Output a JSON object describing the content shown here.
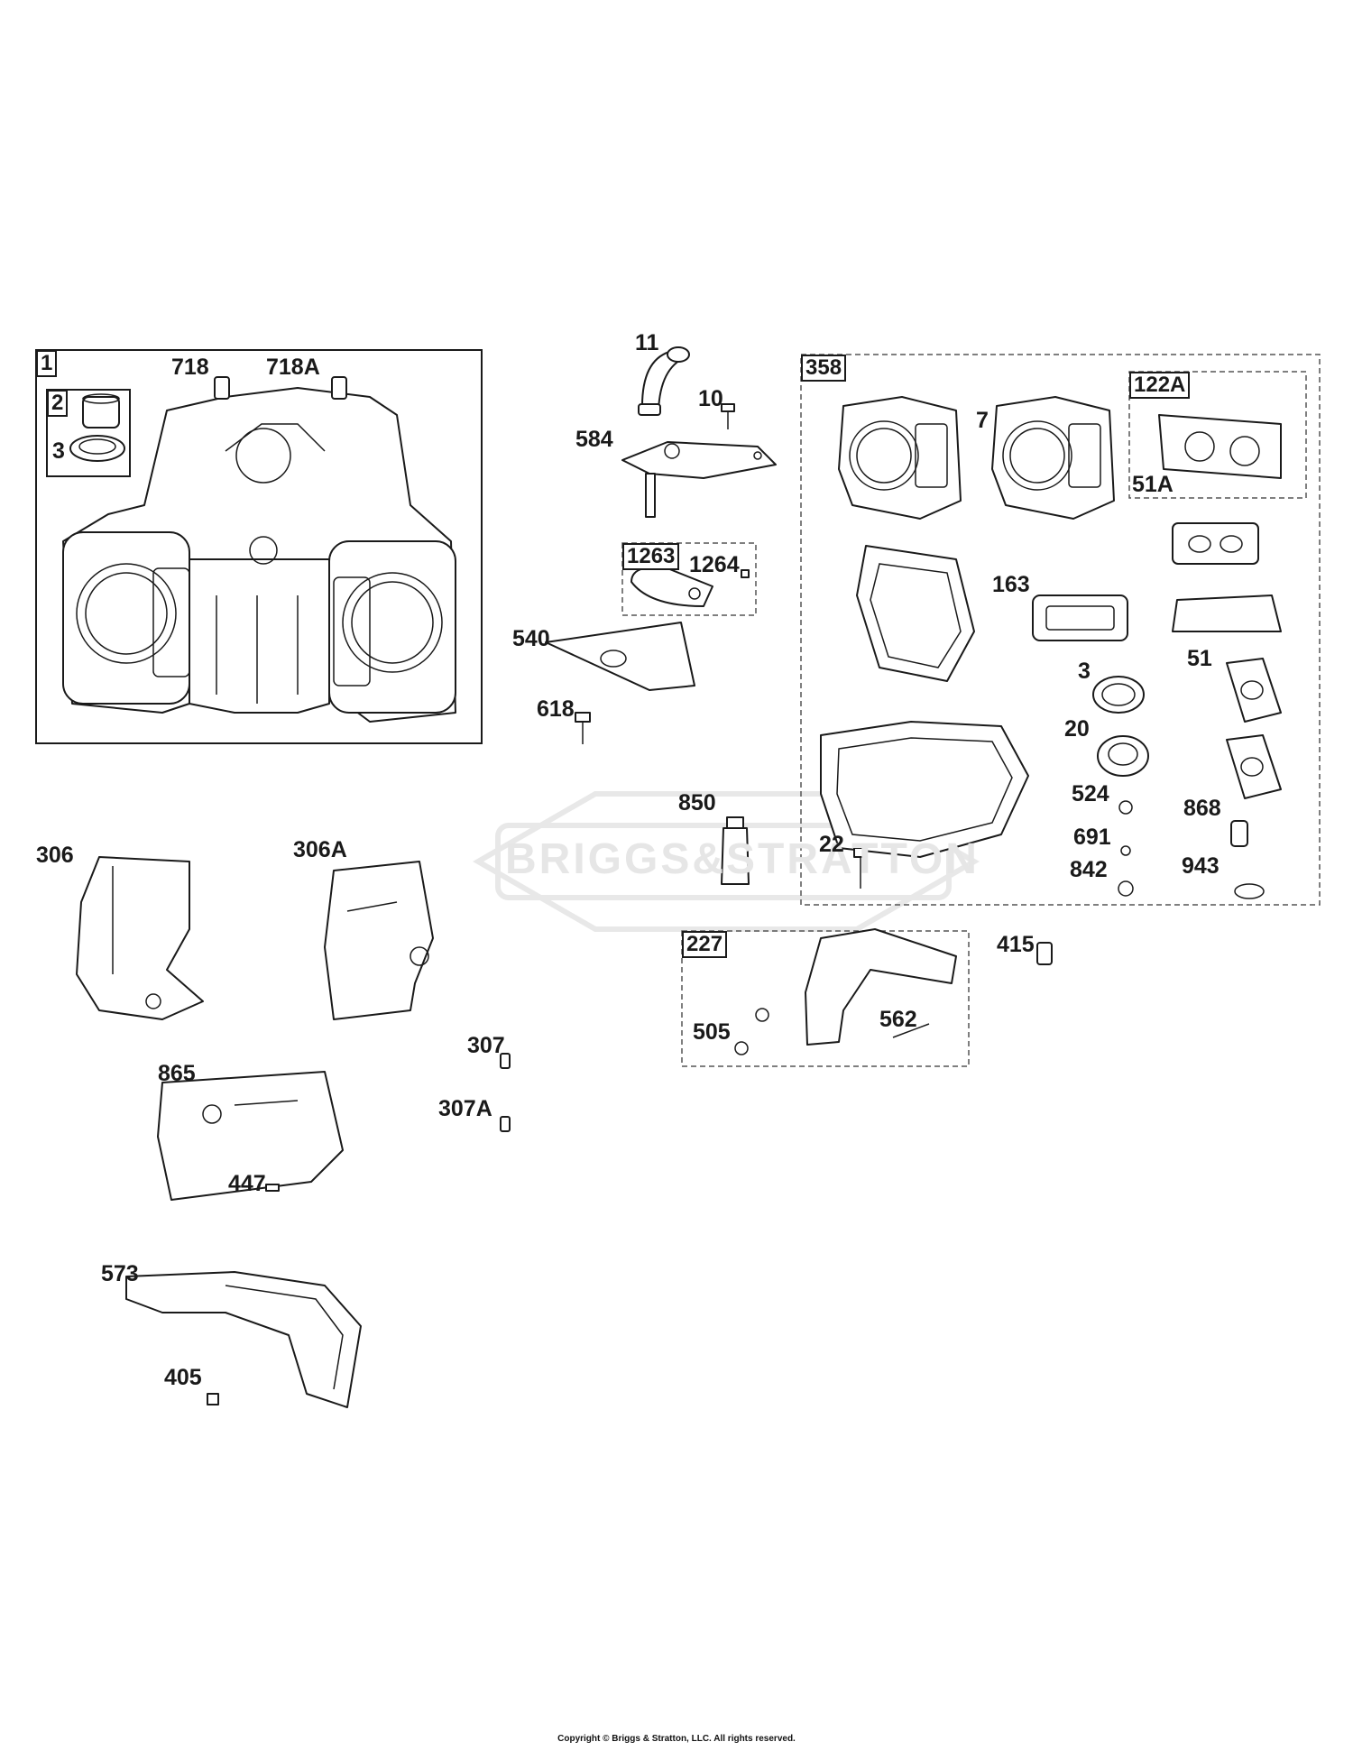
{
  "watermark": "BRIGGS&STRATTON",
  "copyright": "Copyright © Briggs & Stratton, LLC. All rights reserved.",
  "callouts": {
    "p1": "1",
    "p2": "2",
    "p3a": "3",
    "p718": "718",
    "p718a": "718A",
    "p11": "11",
    "p10": "10",
    "p584": "584",
    "p1263": "1263",
    "p1264": "1264",
    "p540": "540",
    "p618": "618",
    "p850": "850",
    "p358": "358",
    "p7": "7",
    "p122a": "122A",
    "p51a": "51A",
    "p163": "163",
    "p3b": "3",
    "p51": "51",
    "p20": "20",
    "p524": "524",
    "p868": "868",
    "p22": "22",
    "p691": "691",
    "p842": "842",
    "p943": "943",
    "p227": "227",
    "p415": "415",
    "p505": "505",
    "p562": "562",
    "p306": "306",
    "p306a": "306A",
    "p307": "307",
    "p307a": "307A",
    "p865": "865",
    "p447": "447",
    "p573": "573",
    "p405": "405"
  }
}
